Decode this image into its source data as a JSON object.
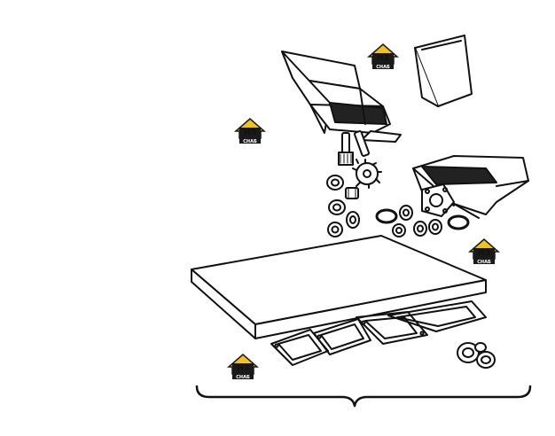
{
  "badges": [
    {
      "code": "НЗ",
      "label": "СНАБ"
    },
    {
      "code": "НЗ",
      "label": "СНАБ"
    },
    {
      "code": "НЗ",
      "label": "СНАБ"
    },
    {
      "code": "НЗ",
      "label": "СНАБ"
    }
  ],
  "colors": {
    "ink": "#111111",
    "badge_accent": "#f2c21b",
    "badge_dark": "#1a1a1a",
    "paper": "#ffffff"
  },
  "icons": [
    "house-badge-icon"
  ]
}
